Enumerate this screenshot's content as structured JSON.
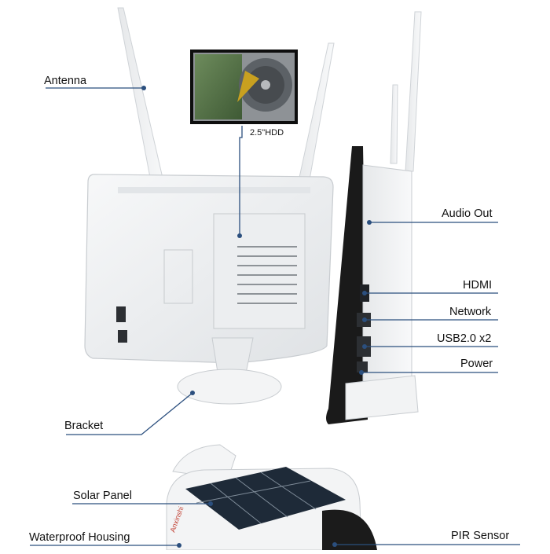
{
  "brand": "Anxinshi",
  "callouts": {
    "antenna": "Antenna",
    "hdd": "2.5\"HDD",
    "audio_out": "Audio Out",
    "hdmi": "HDMI",
    "network": "Network",
    "usb": "USB2.0 x2",
    "power": "Power",
    "bracket": "Bracket",
    "solar_panel": "Solar Panel",
    "waterproof_housing": "Waterproof Housing",
    "pir_sensor": "PIR Sensor"
  },
  "colors": {
    "leader_line": "#2b4f7e",
    "device_body": "#eef0f2",
    "screen_bezel": "#1a1a1a"
  }
}
